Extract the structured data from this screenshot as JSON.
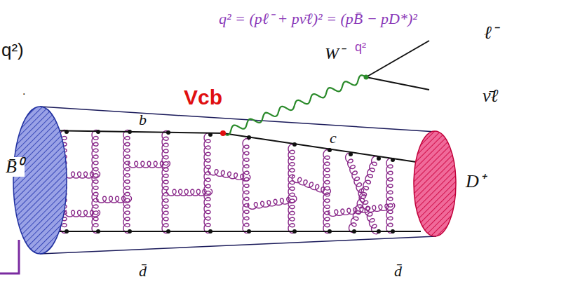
{
  "diagram": {
    "labels": [
      "q²)",
      "q² = (pℓ⁻ + pν̄ℓ)² = (pB̄ − pD*)²",
      ".",
      "Vcb",
      "W⁻",
      "q²",
      "ℓ⁻",
      "ν̄ℓ",
      "b",
      "c",
      "B̄⁰",
      "D⁺",
      "d̄",
      "d̄"
    ]
  }
}
